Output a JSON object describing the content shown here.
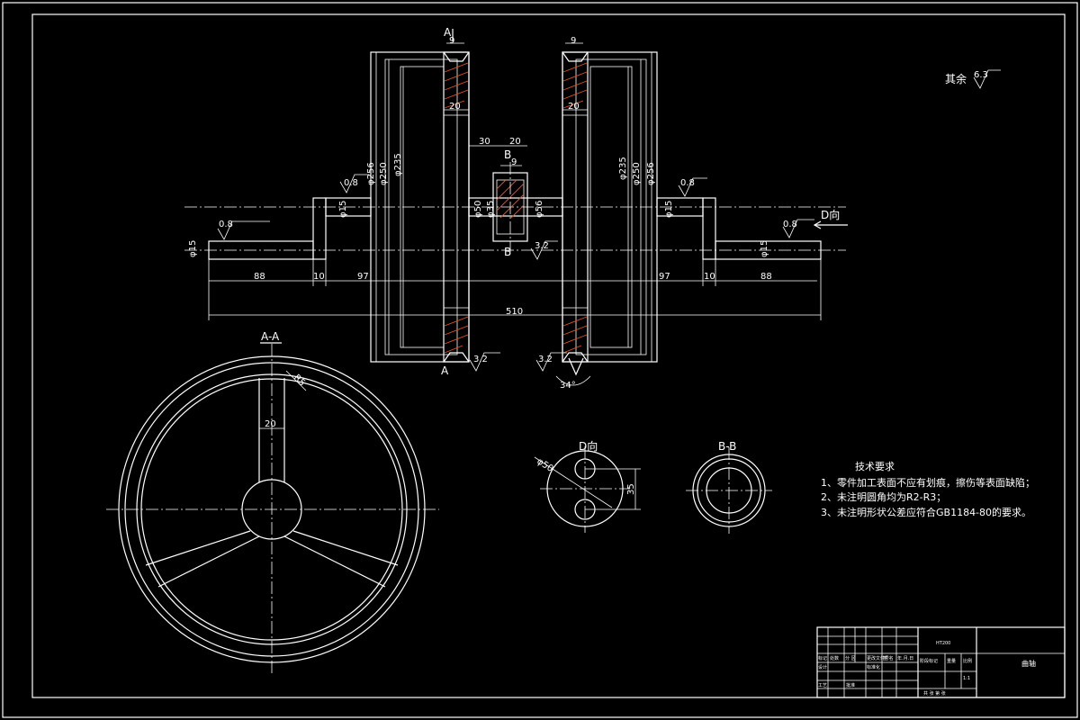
{
  "roughness": {
    "general_label": "其余",
    "general_value": "6.3",
    "fine": "0.8",
    "face": "3.2"
  },
  "dims": {
    "d9": "9",
    "d20": "20",
    "d30": "30",
    "d88": "88",
    "d10": "10",
    "d97": "97",
    "d510": "510",
    "phi15": "φ15",
    "phi256": "φ256",
    "phi250": "φ250",
    "phi235": "φ235",
    "phi50": "φ50",
    "phi35": "φ35",
    "phi56": "φ56",
    "r5": "R5",
    "d35": "35",
    "angle": "34°"
  },
  "labels": {
    "section_a": "A",
    "section_b": "B",
    "view_d": "D向"
  },
  "views": {
    "a_a": "A-A",
    "b_b": "B-B",
    "d_view": "D向"
  },
  "tech": {
    "title": "技术要求",
    "item1": "1、零件加工表面不应有划痕，擦伤等表面缺陷；",
    "item2": "2、未注明圆角均为R2-R3；",
    "item3": "3、未注明形状公差应符合GB1184-80的要求。"
  },
  "title_block": {
    "material": "HT200",
    "part_name": "曲轴",
    "row1": [
      "标记",
      "处数",
      "分 区",
      "更改文件号",
      "签 名",
      "年.月.日"
    ],
    "design": "设计",
    "std": "标准化",
    "stage": "阶段标记",
    "weight": "重量",
    "scale": "比例",
    "scale_val": "1:1",
    "process": "工艺",
    "approve": "批准",
    "sheets": "共  张  第  张"
  }
}
